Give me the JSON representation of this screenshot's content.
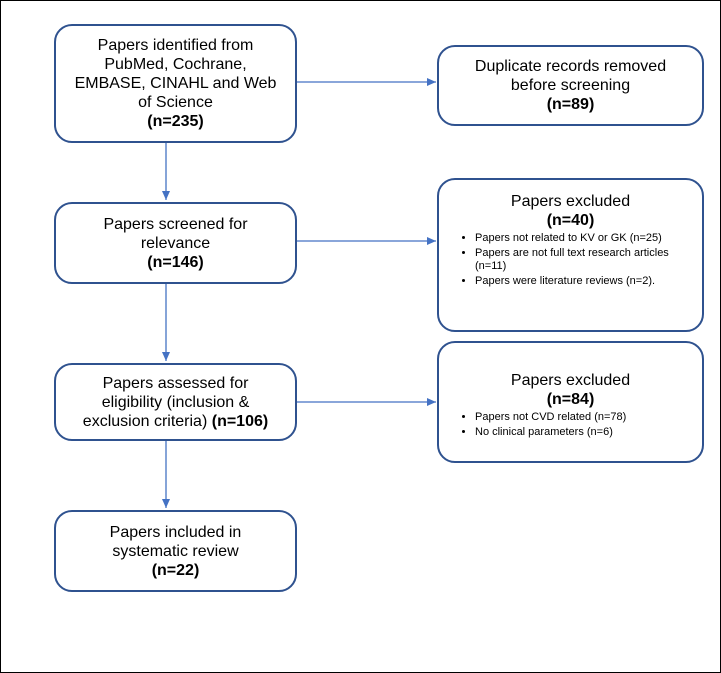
{
  "identification": {
    "line1": "Papers identified from",
    "line2": "PubMed, Cochrane,",
    "line3": "EMBASE, CINAHL and Web",
    "line4": "of Science",
    "count": "(n=235)"
  },
  "duplicates": {
    "line1": "Duplicate records removed",
    "line2": "before screening",
    "count": "(n=89)"
  },
  "screening": {
    "line1": "Papers screened for",
    "line2": "relevance",
    "count": "(n=146)"
  },
  "excluded1": {
    "title": "Papers excluded",
    "count": "(n=40)",
    "reasons": [
      "Papers not related to KV or GK (n=25)",
      "Papers are not full text research articles (n=11)",
      "Papers were literature reviews (n=2)."
    ]
  },
  "eligibility": {
    "line1": "Papers assessed for",
    "line2": "eligibility (inclusion &",
    "line3": "exclusion criteria)",
    "count": "(n=106)"
  },
  "excluded2": {
    "title": "Papers excluded",
    "count": "(n=84)",
    "reasons": [
      "Papers not CVD related (n=78)",
      "No clinical parameters (n=6)"
    ]
  },
  "included": {
    "line1": "Papers included in",
    "line2": "systematic review",
    "count": "(n=22)"
  },
  "colors": {
    "border": "#2f528f",
    "arrow": "#4472c4"
  }
}
